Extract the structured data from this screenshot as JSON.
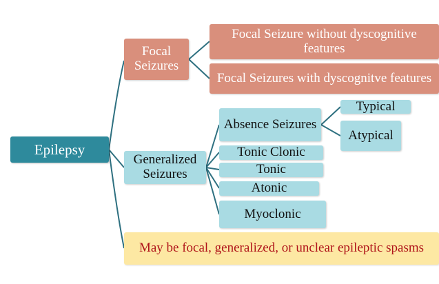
{
  "colors": {
    "root_fill": "#2e8a9c",
    "focal_fill": "#d98f7c",
    "generalized_fill": "#a9dbe3",
    "note_fill": "#fde8a3",
    "note_text": "#b0141a",
    "connector": "#2e7080"
  },
  "root": {
    "label": "Epilepsy"
  },
  "focal": {
    "label": "Focal Seizures",
    "children": [
      "Focal Seizure without dyscognitive features",
      "Focal Seizures with dyscognitve features"
    ]
  },
  "generalized": {
    "label": "Generalized Seizures",
    "absence": {
      "label": "Absence Seizures",
      "children": [
        "Typical",
        "Atypical"
      ]
    },
    "children": [
      "Tonic Clonic",
      "Tonic",
      "Atonic",
      "Myoclonic"
    ]
  },
  "note": {
    "label": "May be focal, generalized, or unclear epileptic spasms"
  }
}
